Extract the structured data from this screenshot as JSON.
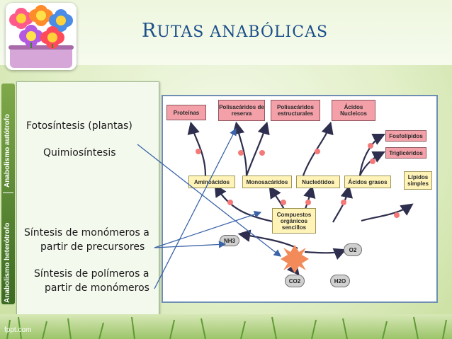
{
  "title": {
    "first_letter": "R",
    "rest_small": "UTAS ANABÓLICAS"
  },
  "sidebar": {
    "label_top": "Anabolismo autótrofo",
    "label_bottom": "Anabolismo heterótrofo"
  },
  "left_panel": {
    "items": [
      "Fotosíntesis (plantas)",
      "Quimiosíntesis",
      "Síntesis de monómeros a",
      "partir de precursores",
      "Síntesis de polímeros a",
      "partir de monómeros"
    ]
  },
  "diagram": {
    "top_row": [
      "Proteínas",
      "Polisacáridos de reserva",
      "Polisacáridos estructurales",
      "Ácidos Nucleicos"
    ],
    "lipids": [
      "Fosfolípidos",
      "Triglicéridos"
    ],
    "middle_row": [
      "Aminoácidos",
      "Monosacáridos",
      "Nucleótidos",
      "Ácidos grasos",
      "Lípidos simples"
    ],
    "center": "Compuestos orgánicos sencillos",
    "molecules": [
      "NH3",
      "O2",
      "CO2",
      "H2O"
    ]
  },
  "footer": "fppt.com",
  "colors": {
    "title": "#1b4f8a",
    "box_pink": "#f3a0a8",
    "box_yellow": "#fff3b8",
    "arrow_blue": "#3a63a8"
  }
}
